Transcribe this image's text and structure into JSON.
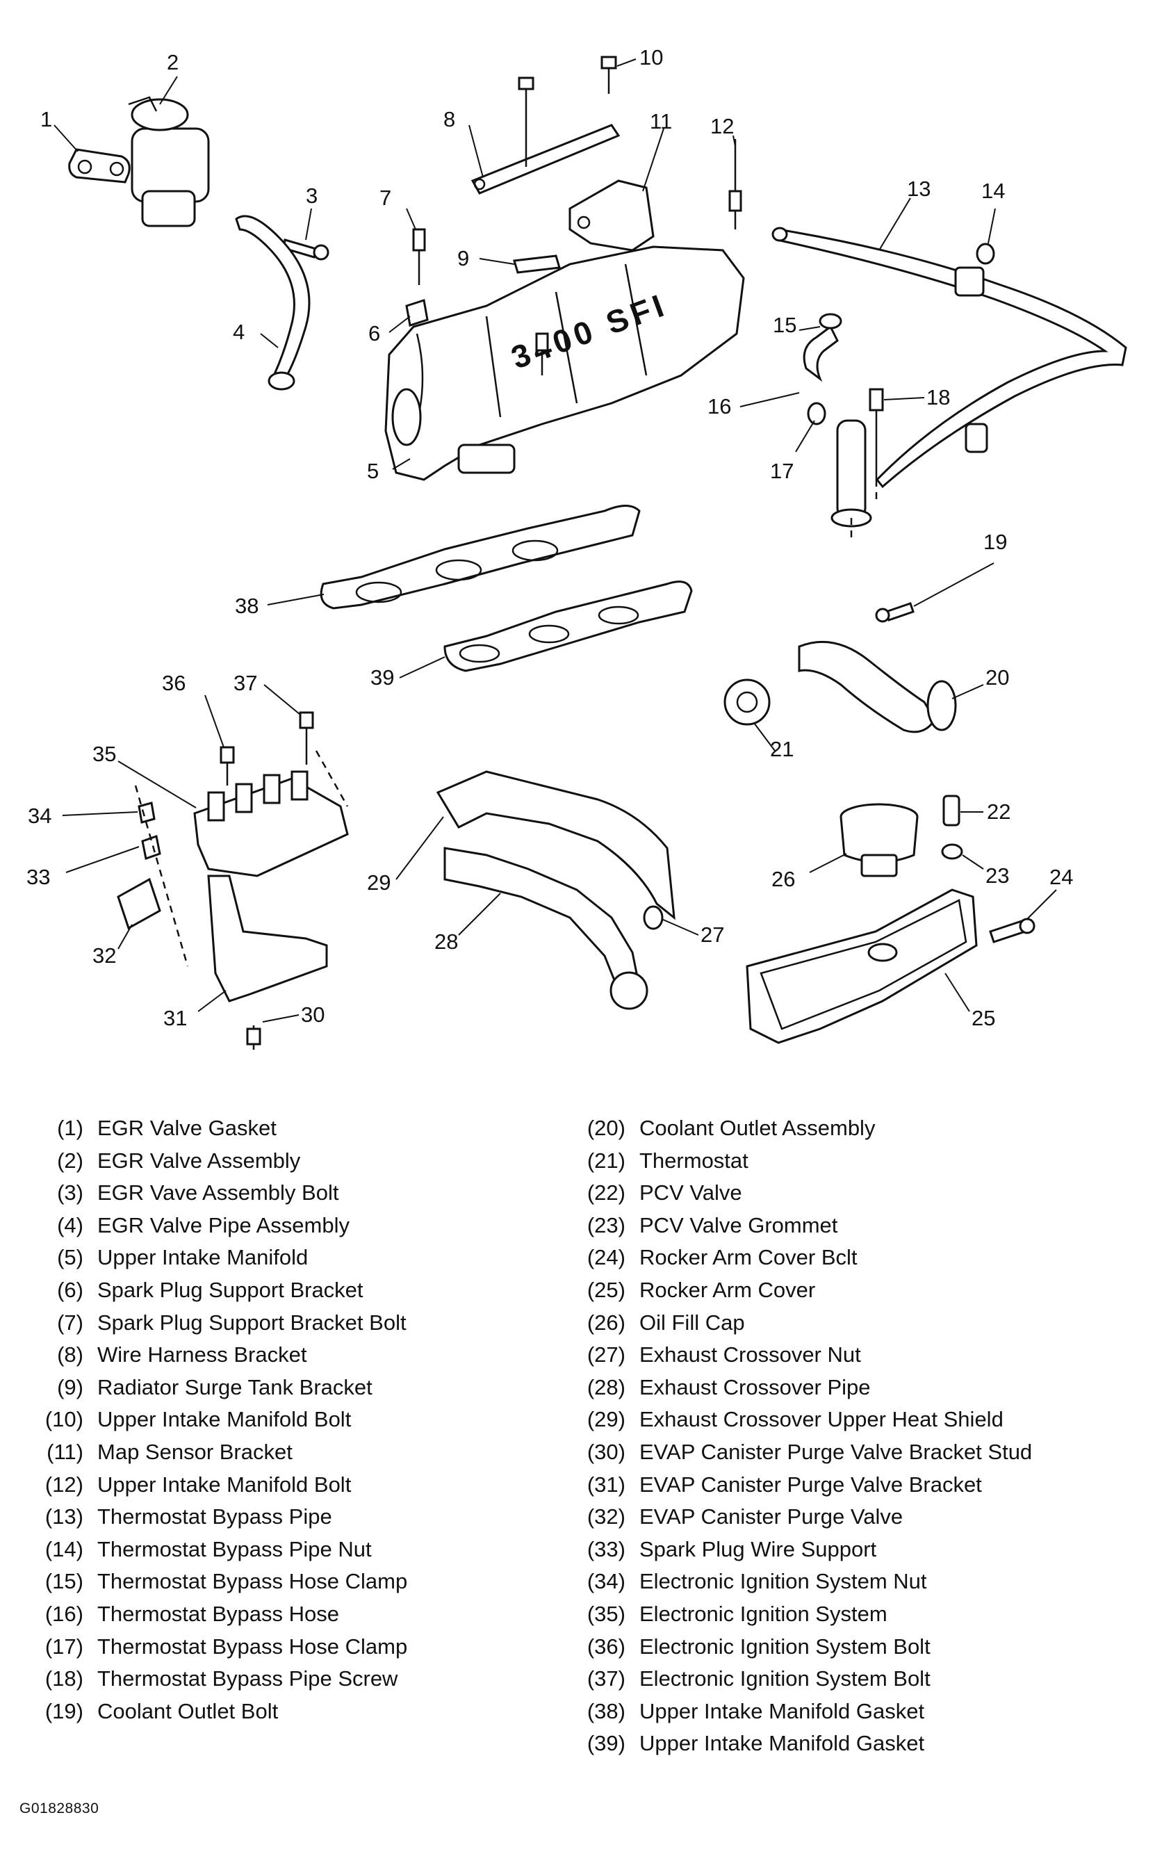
{
  "callouts": [
    "1",
    "2",
    "3",
    "4",
    "5",
    "6",
    "7",
    "8",
    "9",
    "10",
    "11",
    "12",
    "13",
    "14",
    "15",
    "16",
    "17",
    "18",
    "19",
    "20",
    "21",
    "22",
    "23",
    "24",
    "25",
    "26",
    "27",
    "28",
    "29",
    "30",
    "31",
    "32",
    "33",
    "34",
    "35",
    "36",
    "37",
    "38",
    "39"
  ],
  "manifold_marking": "3400 SFI",
  "legend_left": [
    {
      "num": "(1)",
      "label": "EGR Valve Gasket"
    },
    {
      "num": "(2)",
      "label": "EGR Valve Assembly"
    },
    {
      "num": "(3)",
      "label": "EGR Vave Assembly Bolt"
    },
    {
      "num": "(4)",
      "label": "EGR Valve Pipe Assembly"
    },
    {
      "num": "(5)",
      "label": "Upper Intake Manifold"
    },
    {
      "num": "(6)",
      "label": "Spark Plug Support Bracket"
    },
    {
      "num": "(7)",
      "label": "Spark Plug Support Bracket Bolt"
    },
    {
      "num": "(8)",
      "label": "Wire Harness Bracket"
    },
    {
      "num": "(9)",
      "label": "Radiator Surge Tank Bracket"
    },
    {
      "num": "(10)",
      "label": "Upper Intake Manifold Bolt"
    },
    {
      "num": "(11)",
      "label": "Map Sensor Bracket"
    },
    {
      "num": "(12)",
      "label": "Upper Intake Manifold Bolt"
    },
    {
      "num": "(13)",
      "label": "Thermostat Bypass Pipe"
    },
    {
      "num": "(14)",
      "label": "Thermostat Bypass Pipe Nut"
    },
    {
      "num": "(15)",
      "label": "Thermostat Bypass Hose Clamp"
    },
    {
      "num": "(16)",
      "label": "Thermostat Bypass Hose"
    },
    {
      "num": "(17)",
      "label": "Thermostat Bypass Hose Clamp"
    },
    {
      "num": "(18)",
      "label": "Thermostat Bypass Pipe Screw"
    },
    {
      "num": "(19)",
      "label": "Coolant Outlet Bolt"
    }
  ],
  "legend_right": [
    {
      "num": "(20)",
      "label": "Coolant Outlet Assembly"
    },
    {
      "num": "(21)",
      "label": "Thermostat"
    },
    {
      "num": "(22)",
      "label": "PCV Valve"
    },
    {
      "num": "(23)",
      "label": "PCV Valve Grommet"
    },
    {
      "num": "(24)",
      "label": "Rocker Arm Cover Bclt"
    },
    {
      "num": "(25)",
      "label": "Rocker Arm Cover"
    },
    {
      "num": "(26)",
      "label": "Oil Fill Cap"
    },
    {
      "num": "(27)",
      "label": "Exhaust Crossover Nut"
    },
    {
      "num": "(28)",
      "label": "Exhaust Crossover Pipe"
    },
    {
      "num": "(29)",
      "label": "Exhaust Crossover Upper Heat Shield"
    },
    {
      "num": "(30)",
      "label": "EVAP Canister Purge Valve Bracket Stud"
    },
    {
      "num": "(31)",
      "label": "EVAP Canister Purge Valve Bracket"
    },
    {
      "num": "(32)",
      "label": "EVAP Canister Purge Valve"
    },
    {
      "num": "(33)",
      "label": "Spark Plug Wire Support"
    },
    {
      "num": "(34)",
      "label": "Electronic Ignition System Nut"
    },
    {
      "num": "(35)",
      "label": "Electronic Ignition System"
    },
    {
      "num": "(36)",
      "label": "Electronic Ignition System Bolt"
    },
    {
      "num": "(37)",
      "label": "Electronic Ignition System Bolt"
    },
    {
      "num": "(38)",
      "label": "Upper Intake Manifold Gasket"
    },
    {
      "num": "(39)",
      "label": "Upper Intake Manifold Gasket"
    }
  ],
  "figure_id": "G01828830"
}
